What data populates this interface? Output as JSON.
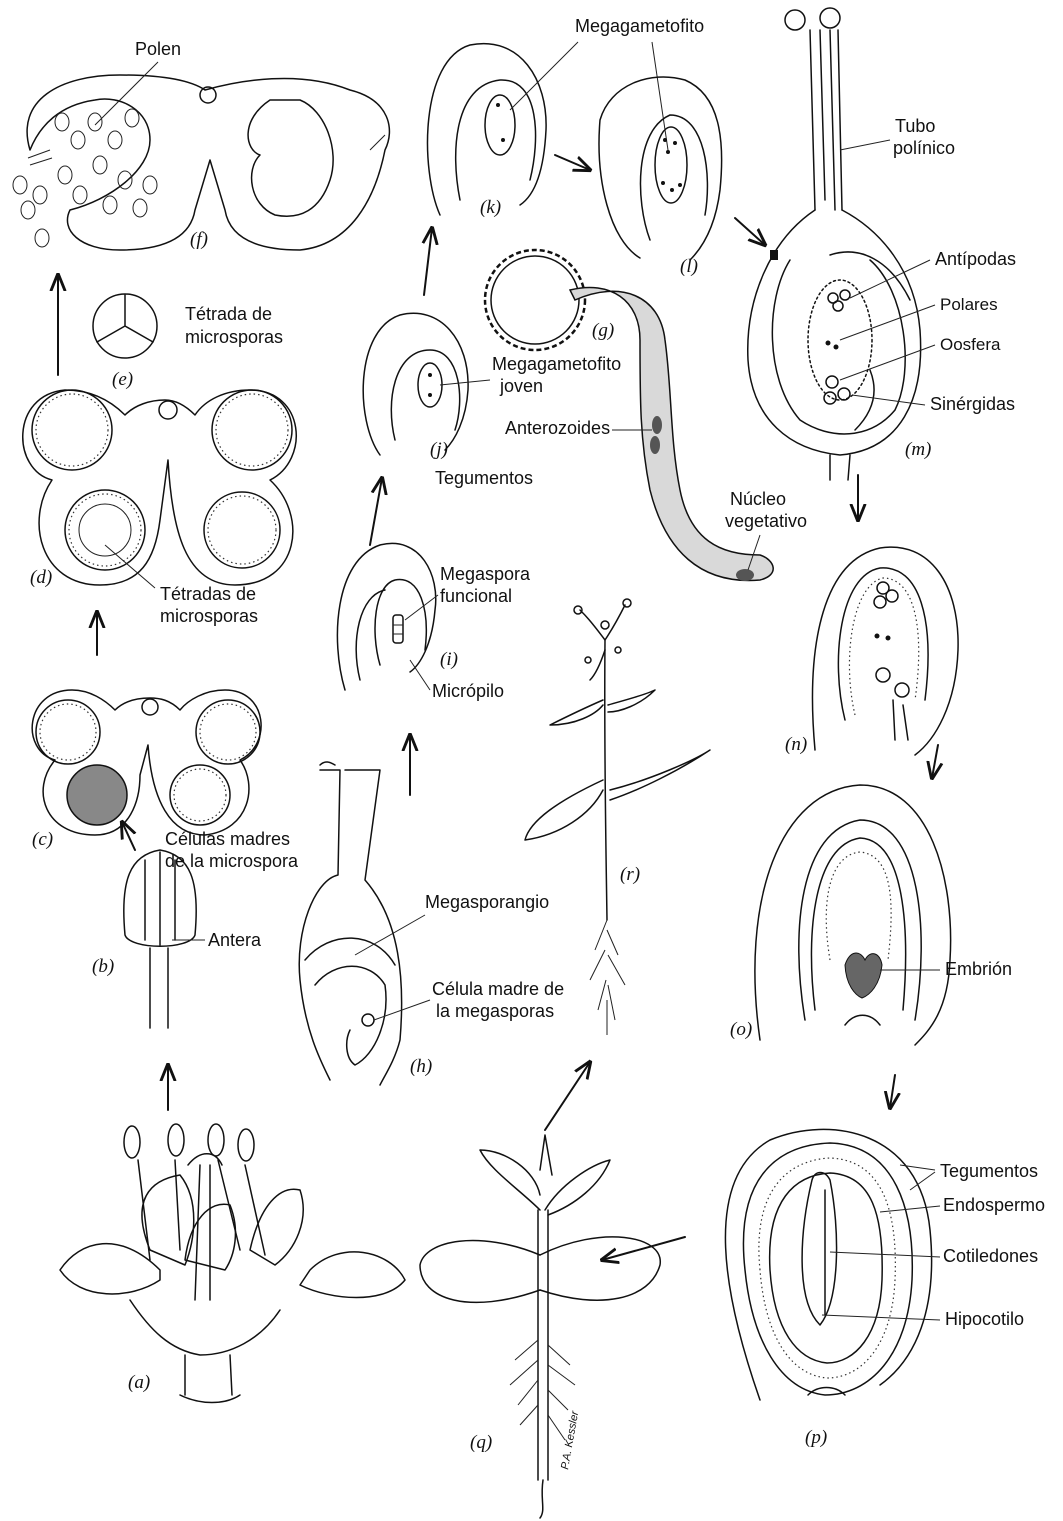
{
  "panels": {
    "a": "(a)",
    "b": "(b)",
    "c": "(c)",
    "d": "(d)",
    "e": "(e)",
    "f": "(f)",
    "g": "(g)",
    "h": "(h)",
    "i": "(i)",
    "j": "(j)",
    "k": "(k)",
    "l": "(l)",
    "m": "(m)",
    "n": "(n)",
    "o": "(o)",
    "p": "(p)",
    "q": "(q)",
    "r": "(r)"
  },
  "labels": {
    "polen": "Polen",
    "tetrada_1": "Tétrada de",
    "tetrada_2": "microsporas",
    "tetradas_1": "Tétradas de",
    "tetradas_2": "microsporas",
    "celulas_madres_1": "Células madres",
    "celulas_madres_2": "de la microspora",
    "antera": "Antera",
    "megagametofito": "Megagametofito",
    "megagametofito_joven_1": "Megagametofito",
    "megagametofito_joven_2": "joven",
    "tegumentos_j": "Tegumentos",
    "anterozoides": "Anterozoides",
    "nucleo_vegetativo_1": "Núcleo",
    "nucleo_vegetativo_2": "vegetativo",
    "megaspora_funcional_1": "Megaspora",
    "megaspora_funcional_2": "funcional",
    "micropilo": "Micrópilo",
    "megasporangio": "Megasporangio",
    "celula_madre_1": "Célula madre de",
    "celula_madre_2": "la megasporas",
    "tubo_polinico_1": "Tubo",
    "tubo_polinico_2": "polínico",
    "antipodas": "Antípodas",
    "polares": "Polares",
    "oosfera": "Oosfera",
    "sinergidas": "Sinérgidas",
    "embrion": "Embrión",
    "tegumentos_p": "Tegumentos",
    "endospermo": "Endospermo",
    "cotiledones": "Cotiledones",
    "hipocotilo": "Hipocotilo"
  },
  "signature": "P.A. Kessler"
}
